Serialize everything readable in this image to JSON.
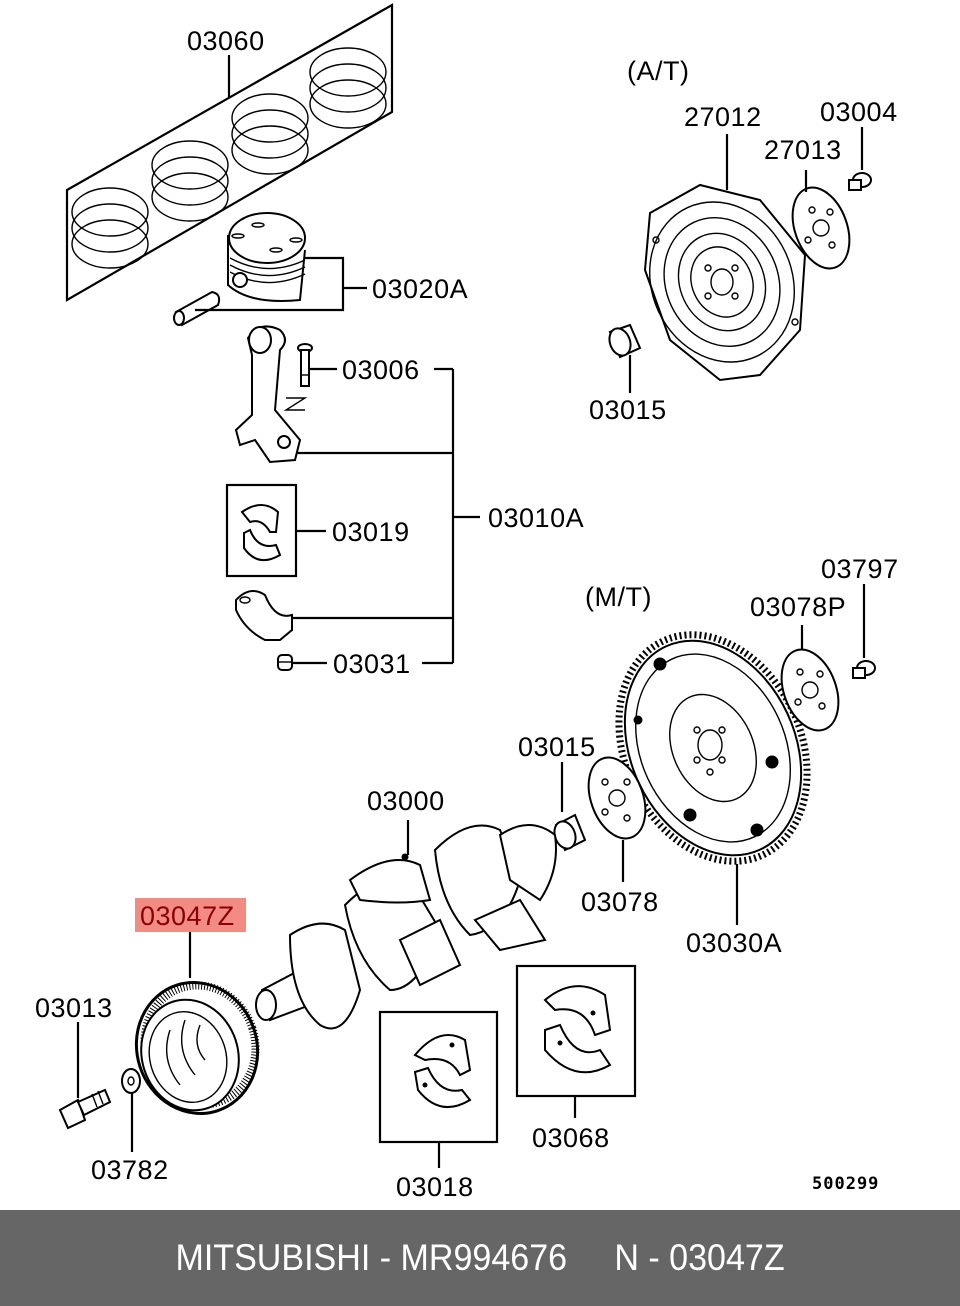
{
  "diagram": {
    "title": "Mitsubishi engine crankshaft, piston and flywheel exploded parts diagram",
    "section_labels": {
      "automatic": "(A/T)",
      "manual": "(M/T)"
    },
    "highlight_color": "#f28b82",
    "highlighted_part": "03047Z",
    "drawing_number": "500299",
    "parts": [
      {
        "id": "03060",
        "label": "03060",
        "desc": "piston ring set"
      },
      {
        "id": "03020A",
        "label": "03020A",
        "desc": "piston and pin"
      },
      {
        "id": "03006",
        "label": "03006",
        "desc": "connecting rod bolt"
      },
      {
        "id": "03010A",
        "label": "03010A",
        "desc": "connecting rod assembly"
      },
      {
        "id": "03019",
        "label": "03019",
        "desc": "connecting rod bearing"
      },
      {
        "id": "03031",
        "label": "03031",
        "desc": "connecting rod nut"
      },
      {
        "id": "27012",
        "label": "27012",
        "desc": "drive plate"
      },
      {
        "id": "27013",
        "label": "27013",
        "desc": "adapter plate"
      },
      {
        "id": "03004",
        "label": "03004",
        "desc": "drive plate bolt"
      },
      {
        "id": "03015-at",
        "label": "03015",
        "desc": "bushing (A/T)"
      },
      {
        "id": "03797",
        "label": "03797",
        "desc": "flywheel bolt"
      },
      {
        "id": "03078P",
        "label": "03078P",
        "desc": "flywheel plate"
      },
      {
        "id": "03015-mt",
        "label": "03015",
        "desc": "pilot bushing (M/T)"
      },
      {
        "id": "03000",
        "label": "03000",
        "desc": "crankshaft"
      },
      {
        "id": "03078",
        "label": "03078",
        "desc": "adapter plate"
      },
      {
        "id": "03030A",
        "label": "03030A",
        "desc": "flywheel"
      },
      {
        "id": "03047Z",
        "label": "03047Z",
        "desc": "crankshaft pulley / damper"
      },
      {
        "id": "03013",
        "label": "03013",
        "desc": "pulley bolt"
      },
      {
        "id": "03782",
        "label": "03782",
        "desc": "washer"
      },
      {
        "id": "03018",
        "label": "03018",
        "desc": "main bearing"
      },
      {
        "id": "03068",
        "label": "03068",
        "desc": "thrust bearing"
      }
    ]
  },
  "footer": {
    "brand": "MITSUBISHI",
    "part_number": "MR994676",
    "ref": "N - 03047Z",
    "text": "MITSUBISHI - MR994676     N - 03047Z"
  }
}
